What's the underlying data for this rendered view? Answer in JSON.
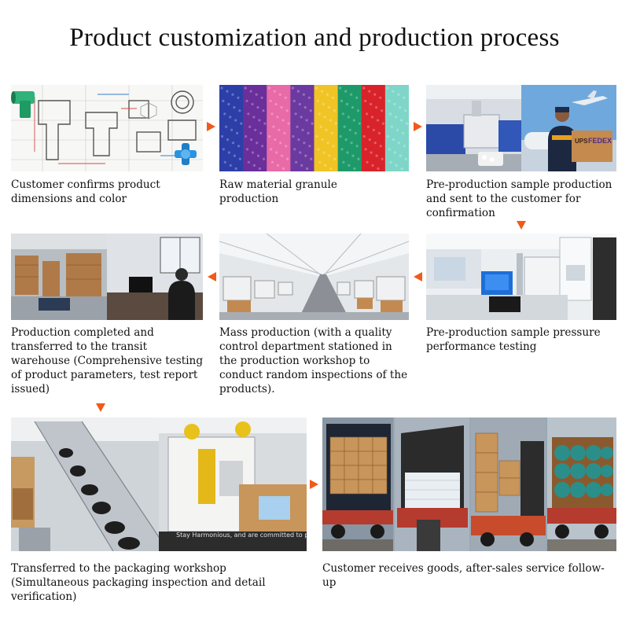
{
  "title": "Product customization and production process",
  "steps": [
    {
      "caption": "Customer confirms product dimensions and color",
      "icon": "technical-drawing-icon"
    },
    {
      "caption": "Raw material granule production",
      "icon": "plastic-granules-icon"
    },
    {
      "caption": "Pre-production sample production and sent to the customer for confirmation",
      "icon": "injection-machine-and-courier-icon"
    },
    {
      "caption": "Pre-production sample pressure performance testing",
      "icon": "lab-testing-equipment-icon"
    },
    {
      "caption": "Mass production (with a quality control department stationed in the production workshop to conduct random inspections of the products).",
      "icon": "factory-floor-icon"
    },
    {
      "caption": "Production completed and transferred to the transit warehouse (Comprehensive testing of product parameters, test report issued)",
      "icon": "warehouse-and-office-icon"
    },
    {
      "caption": "Transferred to the packaging workshop (Simultaneous packaging inspection and detail verification)",
      "icon": "packaging-line-icon"
    },
    {
      "caption": "Customer receives goods, after-sales service follow-up",
      "icon": "truck-loading-icon"
    }
  ],
  "photo_text": {
    "courier_box_1": "UPS",
    "courier_box_2": "FEDEX",
    "watermark": "Stay Harmonious, and are committed to providing high quality, high tested"
  },
  "colors": {
    "arrow": "#f05a1a",
    "background": "#ffffff",
    "text": "#111111"
  }
}
